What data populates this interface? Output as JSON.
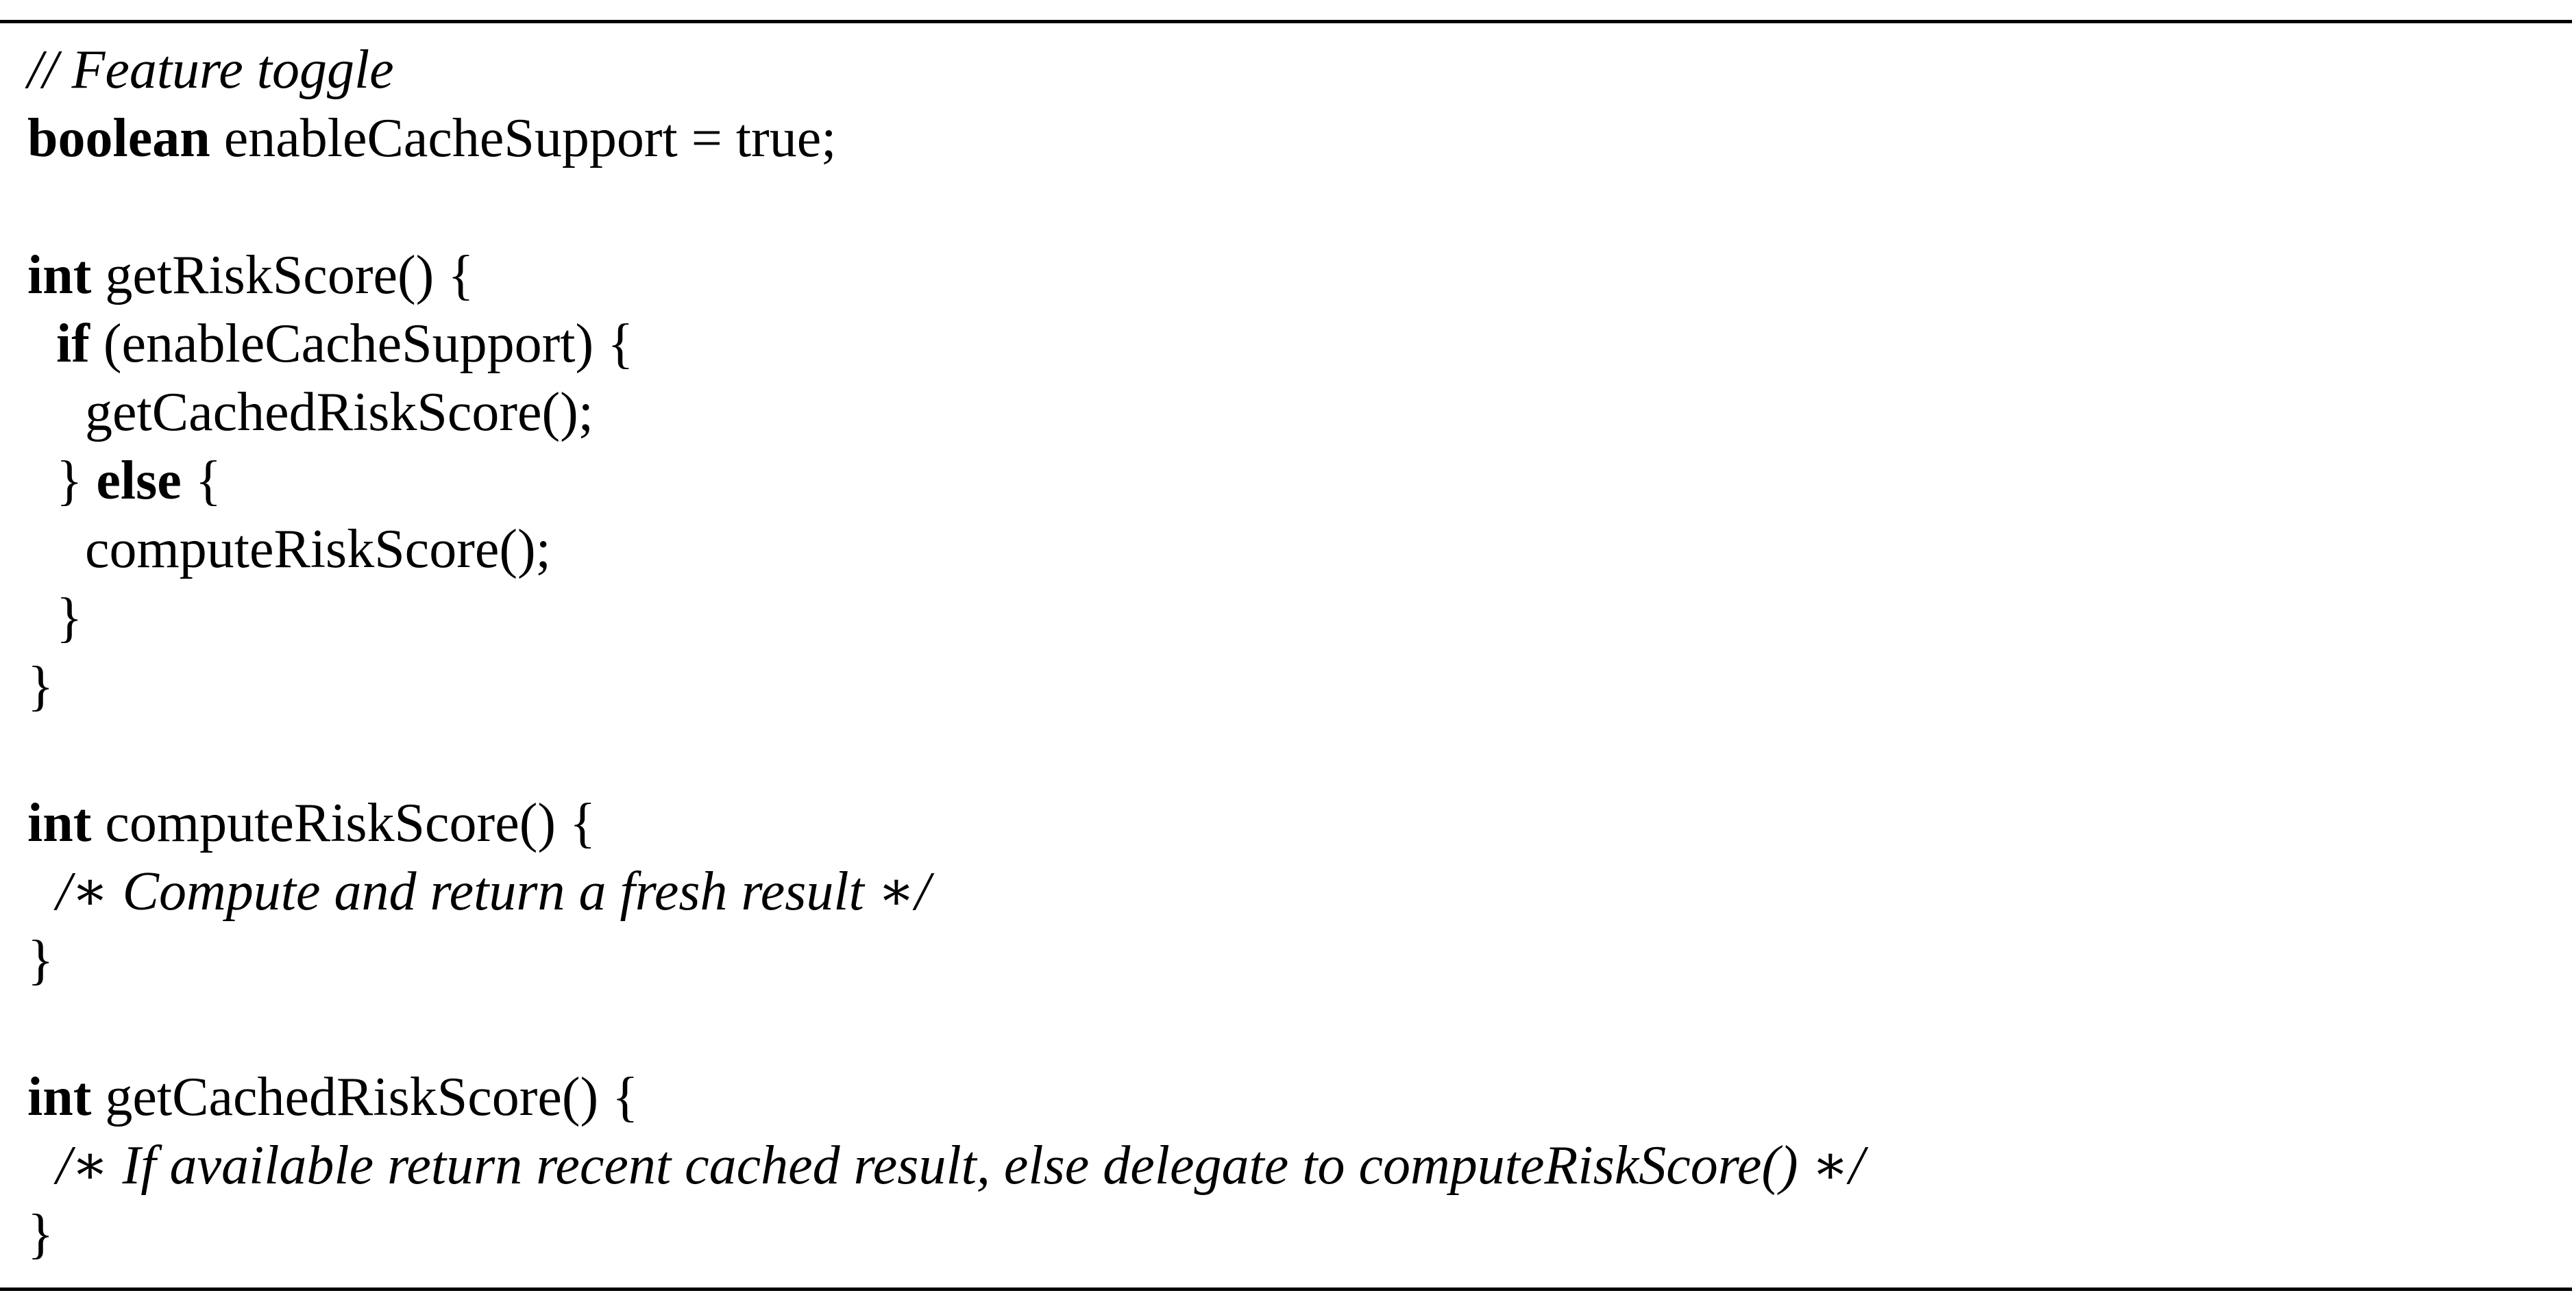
{
  "code": {
    "comment_feature_toggle": "// Feature toggle",
    "kw_boolean": "boolean",
    "decl_enable_cache": " enableCacheSupport = true;",
    "kw_int_1": "int",
    "sig_get_risk_score": " getRiskScore() {",
    "kw_if": "if",
    "cond_enable_cache": " (enableCacheSupport) {",
    "call_get_cached": "getCachedRiskScore();",
    "close_brace_else_prefix": "} ",
    "kw_else": "else",
    "else_open_brace": " {",
    "call_compute": "computeRiskScore();",
    "inner_close_brace": "}",
    "outer_close_brace_1": "}",
    "kw_int_2": "int",
    "sig_compute_risk_score": " computeRiskScore() {",
    "comment_compute": "/∗ Compute and return a fresh result ∗/",
    "outer_close_brace_2": "}",
    "kw_int_3": "int",
    "sig_get_cached_risk_score": " getCachedRiskScore() {",
    "comment_cached": "/∗ If available return recent cached result, else delegate to computeRiskScore() ∗/",
    "outer_close_brace_3": "}"
  }
}
